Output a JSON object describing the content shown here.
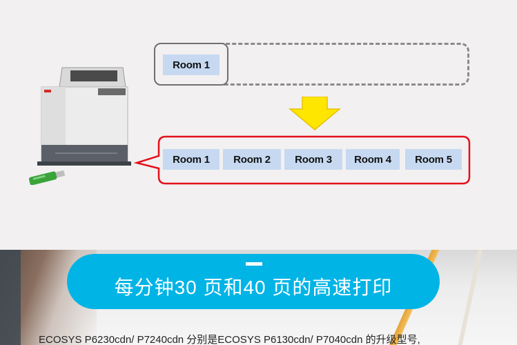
{
  "diagram": {
    "single_room": "Room 1",
    "rooms": [
      "Room 1",
      "Room 2",
      "Room 3",
      "Room 4",
      "Room 5"
    ],
    "colors": {
      "chip": "#c6d9f1",
      "bubble_border": "#e3101b",
      "arrow": "#ffe600"
    }
  },
  "banner": {
    "title": "每分钟30 页和40 页的高速打印",
    "color": "#00b4e6"
  },
  "caption": "ECOSYS P6230cdn/ P7240cdn 分别是ECOSYS P6130cdn/ P7040cdn 的升级型号,"
}
